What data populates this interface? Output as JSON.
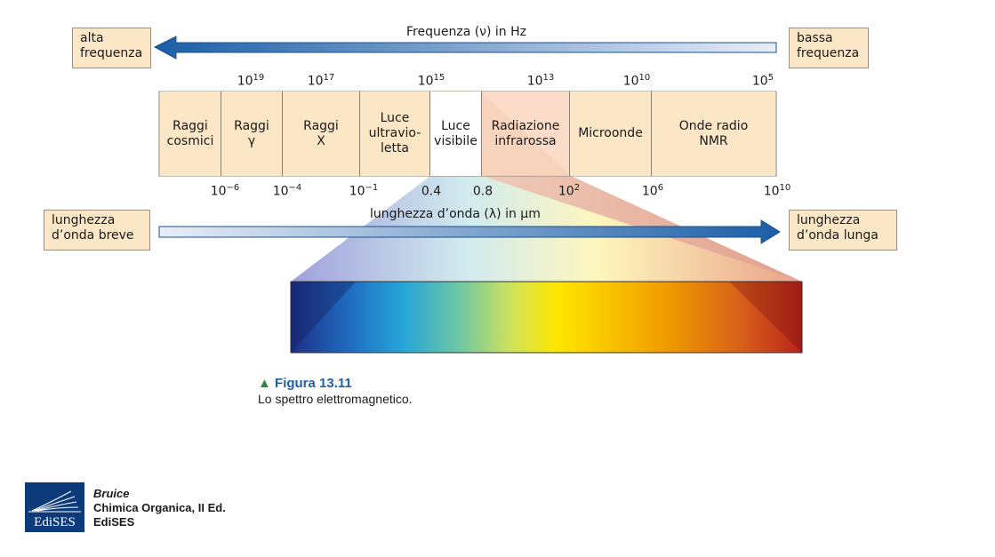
{
  "frequency_axis": {
    "title": "Frequenza (ν) in Hz",
    "left_label": "alta\nfrequenza",
    "right_label": "bassa\nfrequenza",
    "ticks": [
      {
        "base": "10",
        "exp": "19"
      },
      {
        "base": "10",
        "exp": "17"
      },
      {
        "base": "10",
        "exp": "15"
      },
      {
        "base": "10",
        "exp": "13"
      },
      {
        "base": "10",
        "exp": "10"
      },
      {
        "base": "10",
        "exp": "5"
      }
    ]
  },
  "wavelength_axis": {
    "title": "lunghezza d’onda (λ) in µm",
    "left_label": "lunghezza\nd’onda breve",
    "right_label": "lunghezza\nd’onda lunga",
    "ticks": [
      {
        "base": "10",
        "exp": "−6"
      },
      {
        "base": "10",
        "exp": "−4"
      },
      {
        "base": "10",
        "exp": "−1"
      },
      {
        "base": "0.4",
        "exp": ""
      },
      {
        "base": "0.8",
        "exp": ""
      },
      {
        "base": "10",
        "exp": "2"
      },
      {
        "base": "10",
        "exp": "6"
      },
      {
        "base": "10",
        "exp": "10"
      }
    ]
  },
  "bands": [
    {
      "label": "Raggi\ncosmici"
    },
    {
      "label": "Raggi\nγ"
    },
    {
      "label": "Raggi\nX"
    },
    {
      "label": "Luce\nultravio-\nletta"
    },
    {
      "label": "Luce\nvisibile"
    },
    {
      "label": "Radiazione\ninfrarossa"
    },
    {
      "label": "Microonde"
    },
    {
      "label": "Onde radio\nNMR"
    }
  ],
  "colors": {
    "band_fill": "#fbe6c6",
    "visible_fill": "#ffffff",
    "arrow_dark": "#1b5ea6",
    "arrow_light": "#e8eef8",
    "caption_blue": "#1f5fa8",
    "caption_triangle": "#2c8a3c"
  },
  "caption": {
    "title": "Figura 13.11",
    "text": "Lo spettro elettromagnetico."
  },
  "publisher": {
    "logo_text": "EdiSES",
    "author": "Bruice",
    "book": "Chimica Organica, II Ed.",
    "publisher": "EdiSES"
  }
}
